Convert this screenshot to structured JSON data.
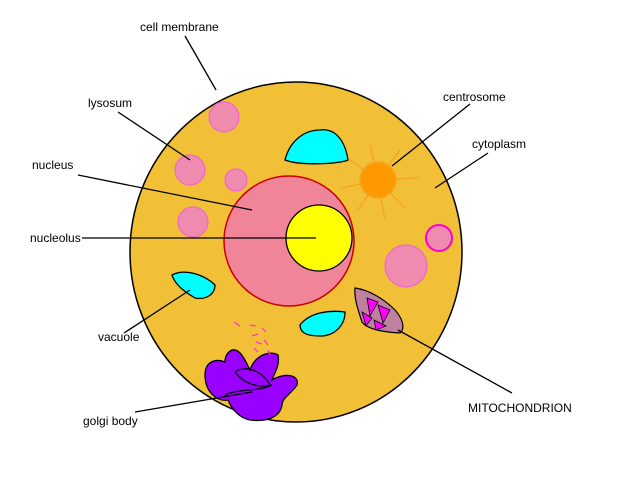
{
  "title": "Animal cell diagram",
  "labels": {
    "cell_membrane": "cell membrane",
    "lysosum": "lysosum",
    "nucleus": "nucleus",
    "nucleolus": "nucleolus",
    "vacuole": "vacuole",
    "golgi_body": "golgi body",
    "centrosome": "centrosome",
    "cytoplasm": "cytoplasm",
    "mitochondrion": "MITOCHONDRION"
  },
  "colors": {
    "cytoplasm": "#f2c037",
    "lysosome": "#f08bb0",
    "nucleus": "#f08599",
    "nucleolus": "#ffff00",
    "centrosome": "#ff9900",
    "vacuole": "#00ffff",
    "golgi": "#9900ff",
    "mitochondrion": "#c080a0"
  }
}
